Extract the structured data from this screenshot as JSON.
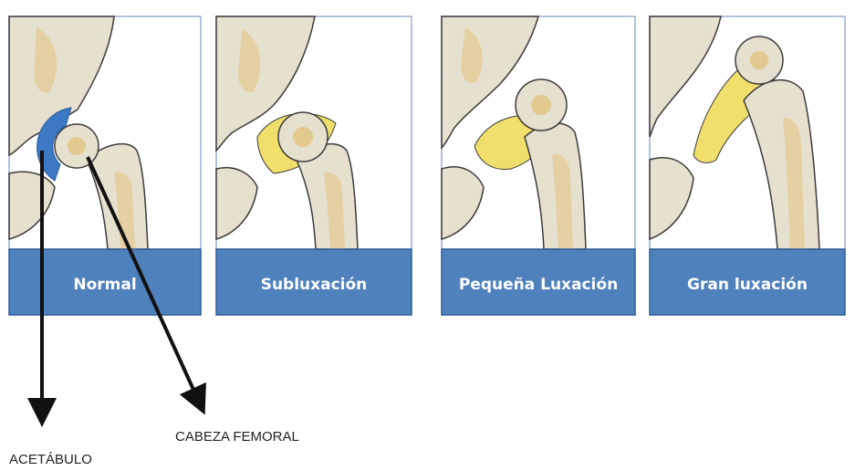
{
  "colors": {
    "bone": "#e6e0cf",
    "bone_dark": "#cfc5a8",
    "marrow": "#e2c98e",
    "cartilage": "#f0df6a",
    "soft_tissue": "#e9eef6",
    "outline": "#3b3b3b",
    "label_fill": "#4f81bd",
    "label_border": "#2e5f99",
    "panel_border": "#9aaed0",
    "acetabulum": "#3d78c4",
    "arrow": "#111111"
  },
  "panels": [
    {
      "label": "Normal",
      "stage": "normal"
    },
    {
      "label": "Subluxación",
      "stage": "subluxation"
    },
    {
      "label": "Pequeña Luxación",
      "stage": "small-dislocation"
    },
    {
      "label": "Gran luxación",
      "stage": "large-dislocation"
    }
  ],
  "annotations": {
    "acetabulum": "ACETÁBULO",
    "femoral_head": "CABEZA FEMORAL"
  }
}
